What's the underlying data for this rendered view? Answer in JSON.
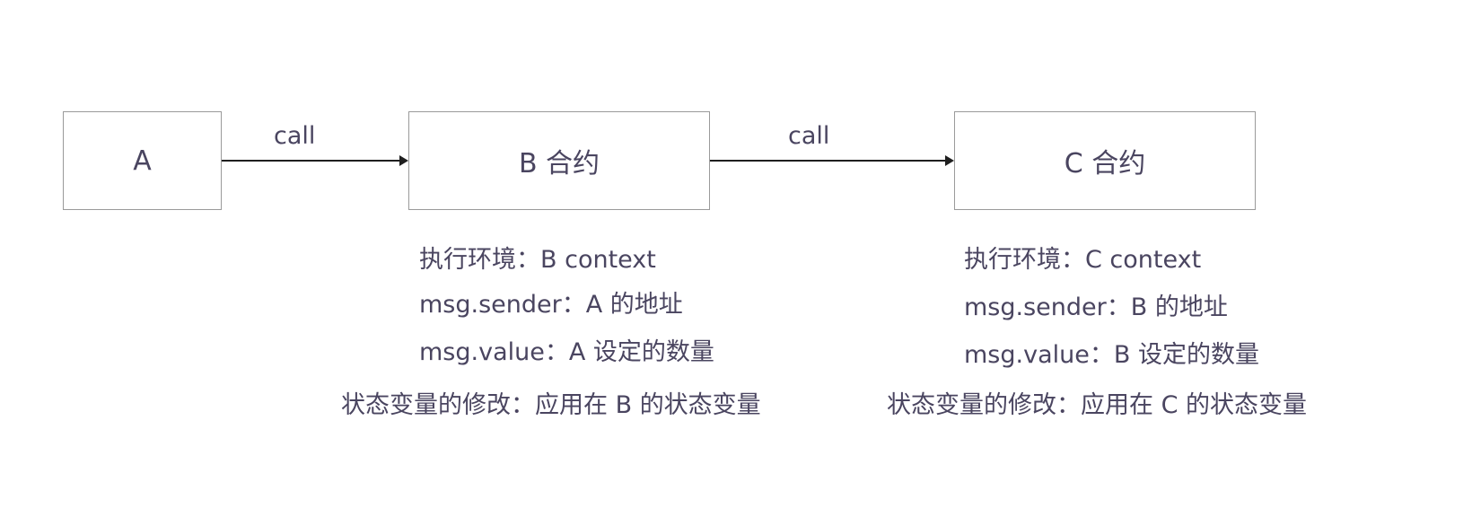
{
  "nodes": {
    "a": {
      "label": "A"
    },
    "b": {
      "label": "B 合约"
    },
    "c": {
      "label": "C 合约"
    }
  },
  "edges": {
    "a_to_b": {
      "label": "call"
    },
    "b_to_c": {
      "label": "call"
    }
  },
  "b_info": {
    "env": "执行环境：B context",
    "sender": "msg.sender：A 的地址",
    "value": "msg.value：A 设定的数量",
    "state": "状态变量的修改：应用在 B 的状态变量"
  },
  "c_info": {
    "env": "执行环境：C context",
    "sender": "msg.sender：B 的地址",
    "value": "msg.value：B 设定的数量",
    "state": "状态变量的修改：应用在 C 的状态变量"
  }
}
